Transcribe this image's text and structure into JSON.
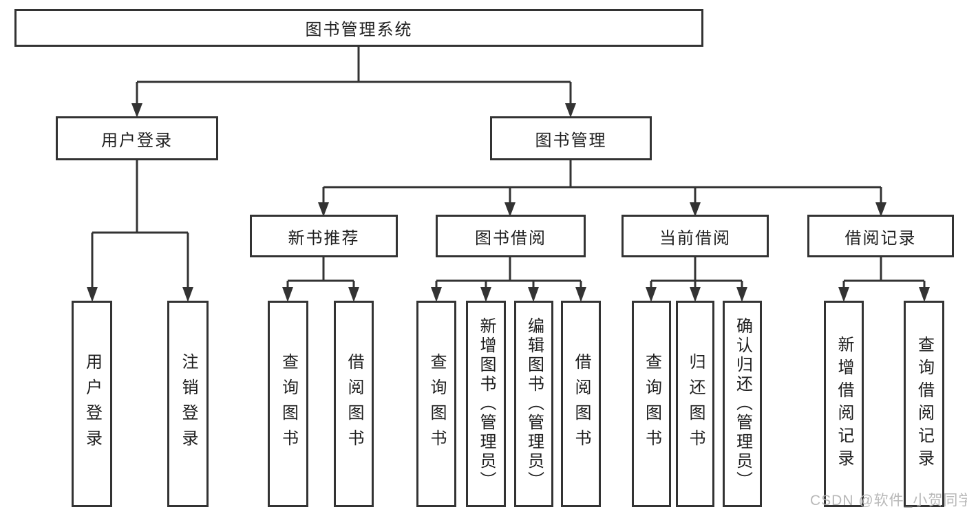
{
  "tree": {
    "root": {
      "label": "图书管理系统"
    },
    "level1": [
      {
        "label": "用户登录"
      },
      {
        "label": "图书管理"
      }
    ],
    "level2": [
      {
        "label": "新书推荐"
      },
      {
        "label": "图书借阅"
      },
      {
        "label": "当前借阅"
      },
      {
        "label": "借阅记录"
      }
    ],
    "leaves": {
      "user": [
        "用户登录",
        "注销登录"
      ],
      "newbook": [
        "查询图书",
        "借阅图书"
      ],
      "borrow": [
        "查询图书",
        "新增图书（管理员）",
        "编辑图书（管理员）",
        "借阅图书"
      ],
      "current": [
        "查询图书",
        "归还图书",
        "确认归还（管理员）"
      ],
      "records": [
        "新增借阅记录",
        "查询借阅记录"
      ]
    }
  },
  "watermark": "CSDN @软件_小贺同学",
  "colors": {
    "line": "#333333",
    "text": "#1f1f1f",
    "watermark": "#b5b5b5",
    "background": "#ffffff"
  }
}
